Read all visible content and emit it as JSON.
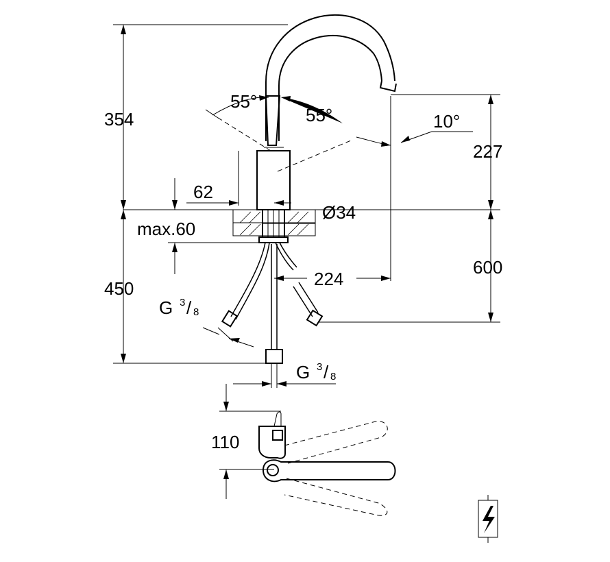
{
  "dimensions": {
    "overall_height": "354",
    "spout_height": "227",
    "hose_length": "600",
    "below_counter": "450",
    "base_width": "62",
    "hole_diameter": "Ø34",
    "counter_thickness": "max.60",
    "reach": "224",
    "lever_offset": "110",
    "lever_angle_left": "55°",
    "lever_angle_right": "55°",
    "spout_angle": "10°"
  },
  "connections": {
    "thread_left": {
      "prefix": "G",
      "num": "3",
      "den": "8"
    },
    "thread_bottom": {
      "prefix": "G",
      "num": "3",
      "den": "8"
    }
  },
  "icons": {
    "electrical_symbol": "lightning-bolt-icon"
  }
}
